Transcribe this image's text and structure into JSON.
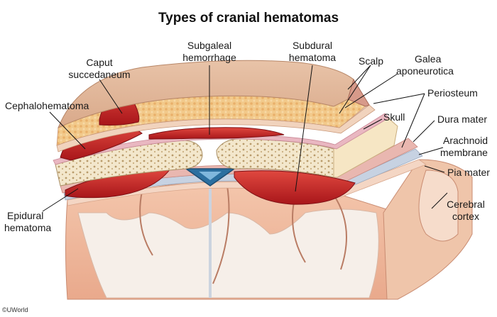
{
  "title": "Types of cranial hematomas",
  "labels": {
    "caput_succedaneum": [
      "Caput",
      "succedaneum"
    ],
    "subgaleal_hemorrhage": [
      "Subgaleal",
      "hemorrhage"
    ],
    "subdural_hematoma": [
      "Subdural",
      "hematoma"
    ],
    "scalp": "Scalp",
    "galea_aponeurotica": [
      "Galea",
      "aponeurotica"
    ],
    "cephalohematoma": "Cephalohematoma",
    "periosteum": "Periosteum",
    "skull": "Skull",
    "dura_mater": "Dura mater",
    "arachnoid_membrane": [
      "Arachnoid",
      "membrane"
    ],
    "pia_mater": "Pia mater",
    "cerebral_cortex": [
      "Cerebral",
      "cortex"
    ],
    "epidural_hematoma": [
      "Epidural",
      "hematoma"
    ]
  },
  "copyright": "©UWorld"
}
